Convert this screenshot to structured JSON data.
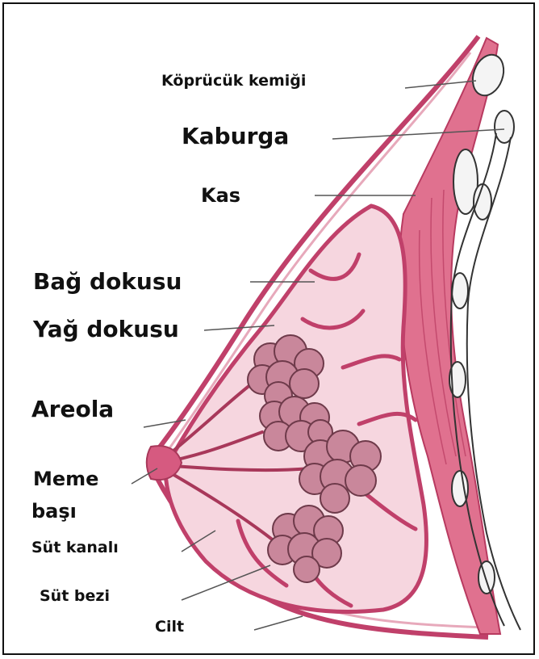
{
  "labels": {
    "clavicle": "Köprücük kemiği",
    "rib": "Kaburga",
    "muscle": "Kas",
    "connective_tissue": "Bağ dokusu",
    "fat_tissue": "Yağ dokusu",
    "areola": "Areola",
    "nipple_line1": "Meme",
    "nipple_line2": "başı",
    "milk_duct": "Süt kanalı",
    "mammary_gland": "Süt bezi",
    "skin": "Cilt"
  },
  "colors": {
    "skin_outline": "#c0406a",
    "muscle": "#e0718f",
    "muscle_dark": "#b83a60",
    "tissue_fill": "#f6d6df",
    "gland_fill": "#c9879b",
    "gland_stroke": "#6e3a4a",
    "bone": "#f4f4f4",
    "leader_line": "#555555"
  }
}
